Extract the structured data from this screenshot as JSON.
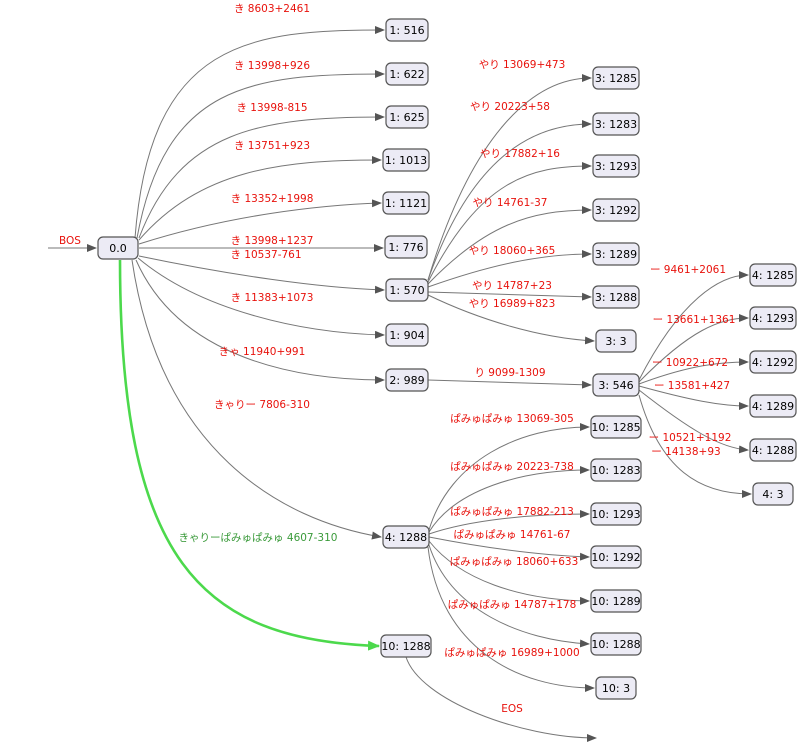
{
  "colors": {
    "node_fill": "#ecebf5",
    "node_stroke": "#555555",
    "edge": "#777777",
    "label": "#e8120c",
    "best_path": "#4cd94c",
    "best_label": "#3a9a3a"
  },
  "nodes": [
    {
      "id": "n0",
      "label": "0.0"
    },
    {
      "id": "a1",
      "label": "1: 516"
    },
    {
      "id": "a2",
      "label": "1: 622"
    },
    {
      "id": "a3",
      "label": "1: 625"
    },
    {
      "id": "a4",
      "label": "1: 1013"
    },
    {
      "id": "a5",
      "label": "1: 1121"
    },
    {
      "id": "a6",
      "label": "1: 776"
    },
    {
      "id": "a7",
      "label": "1: 570"
    },
    {
      "id": "a8",
      "label": "1: 904"
    },
    {
      "id": "b1",
      "label": "2: 989"
    },
    {
      "id": "c1",
      "label": "3: 1285"
    },
    {
      "id": "c2",
      "label": "3: 1283"
    },
    {
      "id": "c3",
      "label": "3: 1293"
    },
    {
      "id": "c4",
      "label": "3: 1292"
    },
    {
      "id": "c5",
      "label": "3: 1289"
    },
    {
      "id": "c6",
      "label": "3: 1288"
    },
    {
      "id": "c7",
      "label": "3: 3"
    },
    {
      "id": "c8",
      "label": "3: 546"
    },
    {
      "id": "d1",
      "label": "4: 1285"
    },
    {
      "id": "d2",
      "label": "4: 1293"
    },
    {
      "id": "d3",
      "label": "4: 1292"
    },
    {
      "id": "d4",
      "label": "4: 1289"
    },
    {
      "id": "d5",
      "label": "4: 1288"
    },
    {
      "id": "d6",
      "label": "4: 3"
    },
    {
      "id": "m4",
      "label": "4: 1288"
    },
    {
      "id": "e1",
      "label": "10: 1285"
    },
    {
      "id": "e2",
      "label": "10: 1283"
    },
    {
      "id": "e3",
      "label": "10: 1293"
    },
    {
      "id": "e4",
      "label": "10: 1292"
    },
    {
      "id": "e5",
      "label": "10: 1289"
    },
    {
      "id": "e6",
      "label": "10: 1288"
    },
    {
      "id": "e7",
      "label": "10: 3"
    },
    {
      "id": "m10",
      "label": "10: 1288"
    }
  ],
  "edges": [
    {
      "label": "BOS"
    },
    {
      "label": "き 8603+2461"
    },
    {
      "label": "き 13998+926"
    },
    {
      "label": "き 13998-815"
    },
    {
      "label": "き 13751+923"
    },
    {
      "label": "き 13352+1998"
    },
    {
      "label": "き 13998+1237"
    },
    {
      "label": "き 10537-761"
    },
    {
      "label": "き 11383+1073"
    },
    {
      "label": "きゃ 11940+991"
    },
    {
      "label": "きゃりー 7806-310"
    },
    {
      "label": "きゃりーぱみゅぱみゅ 4607-310"
    },
    {
      "label": "やり 13069+473"
    },
    {
      "label": "やり 20223+58"
    },
    {
      "label": "やり 17882+16"
    },
    {
      "label": "やり 14761-37"
    },
    {
      "label": "やり 18060+365"
    },
    {
      "label": "やり 14787+23"
    },
    {
      "label": "やり 16989+823"
    },
    {
      "label": "り 9099-1309"
    },
    {
      "label": "ー 9461+2061"
    },
    {
      "label": "ー 13661+1361"
    },
    {
      "label": "ー 10922+672"
    },
    {
      "label": "ー 13581+427"
    },
    {
      "label": "ー 10521+1192"
    },
    {
      "label": "ー 14138+93"
    },
    {
      "label": "ぱみゅぱみゅ 13069-305"
    },
    {
      "label": "ぱみゅぱみゅ 20223-738"
    },
    {
      "label": "ぱみゅぱみゅ 17882-213"
    },
    {
      "label": "ぱみゅぱみゅ 14761-67"
    },
    {
      "label": "ぱみゅぱみゅ 18060+633"
    },
    {
      "label": "ぱみゅぱみゅ 14787+178"
    },
    {
      "label": "ぱみゅぱみゅ 16989+1000"
    },
    {
      "label": "EOS"
    }
  ]
}
